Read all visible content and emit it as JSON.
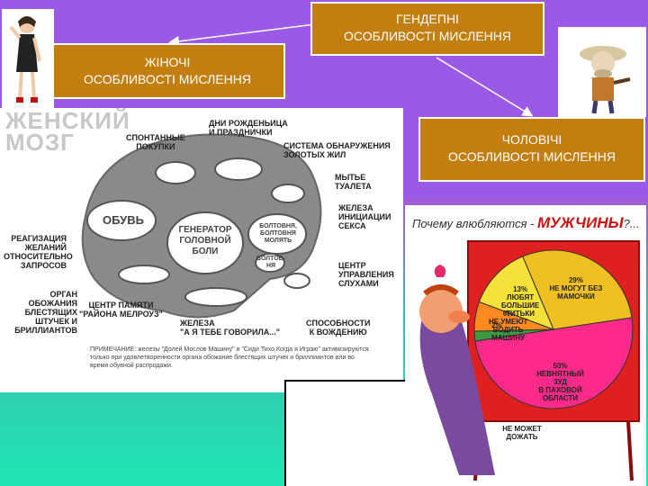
{
  "titles": {
    "general": "ГЕНДЕПНІ\nОСОБЛИВОСТІ МИСЛЕННЯ",
    "female": "ЖІНОЧІ\nОСОБЛИВОСТІ МИСЛЕННЯ",
    "male": "ЧОЛОВІЧІ\nОСОБЛИВОСТІ МИСЛЕННЯ"
  },
  "brain": {
    "heading_line1": "ЖЕНСКИЙ",
    "heading_line2": "МОЗГ",
    "regions": {
      "shoes": "ОБУВЬ",
      "headache": "ГЕНЕРАТОР\nГОЛОВНОЙ\nБОЛИ",
      "chatter": "БОЛТОВНЯ,\nБОЛТОВНЯ\nМОЛЯТЬ",
      "chatter2": "БОЛТОВ-\nНЯ"
    },
    "labels": {
      "birthdays": "ДНИ РОЖДЕНЬИЦА\nИ ПРАЗДНИЧКИ",
      "spontaneous": "СПОНТАННЫЕ\nПОКУПКИ",
      "gold": "СИСТЕМА ОБНАРУЖЕНИЯ\nЗОЛОТЫХ ЖИЛ",
      "toilet": "МЫТЬЕ\nТУАЛЕТА",
      "sex_gland": "ЖЕЛЕЗА\nИНИЦИАЦИИ\nСЕКСА",
      "reject": "РЕАГИЗАЦИЯ\nЖЕЛАНИЙ\nОТНОСИТЕЛЬНО\nЗАПРОСОВ",
      "rumors": "ЦЕНТР\nУПРАВЛЕНИЯ\nСЛУХАМИ",
      "jewels": "ОРГАН\nОБОЖАНИЯ\nБЛЕСТЯЩИХ\nШТУЧЕК И\nБРИЛЛИАНТОВ",
      "memory": "ЦЕНТР ПАМЯТИ\n\"РАЙОНА МЕЛРОУЗ\"",
      "told_you": "ЖЕЛЕЗА\n\"А Я ТЕБЕ ГОВОРИЛА...\"",
      "driving": "СПОСОБНОСТИ\nК ВОЖДЕНИЮ"
    },
    "note": "ПРИМЕЧАНИЕ: железы \"Долей Мослов Машину\" и \"Сиди Тихо Когда я Играю\" активизируются только при удовлетворенности органа обожание блестящих штучек и бриллиантов или во время обувной распродажи."
  },
  "cartoon": {
    "heading_prefix": "Почему влюбляются - ",
    "heading_highlight": "МУЖЧИНЫ",
    "heading_suffix": "?...",
    "pie": [
      {
        "label": "29%\nНЕ МОГУТ БЕЗ\nМАМОЧКИ",
        "value": 29,
        "color": "#f0c020"
      },
      {
        "label": "50%\nНЕВНЯТНЫЙ\nЗУД\nВ ПАХОВОЙ\nОБЛАСТИ",
        "value": 50,
        "color": "#ff2a8a"
      },
      {
        "label": "2%",
        "value": 2,
        "color": "#3a9a40"
      },
      {
        "label": "6%\nНЕ УМЕЮТ\nВОДИТЬ\nМАШИНУ",
        "value": 6,
        "color": "#ff8a20"
      },
      {
        "label": "13%\nЛЮБЯТ\nБОЛЬШИЕ ТИТЬКИ",
        "value": 13,
        "color": "#f6e03a"
      }
    ],
    "pie_outside_label": "НЕ МОЖЕТ\nДОЖАТЬ"
  },
  "colors": {
    "purple": "#9b59e8",
    "orange_box": "#c27f10",
    "teal": "#1ee6b4",
    "board_red": "#e02020"
  }
}
